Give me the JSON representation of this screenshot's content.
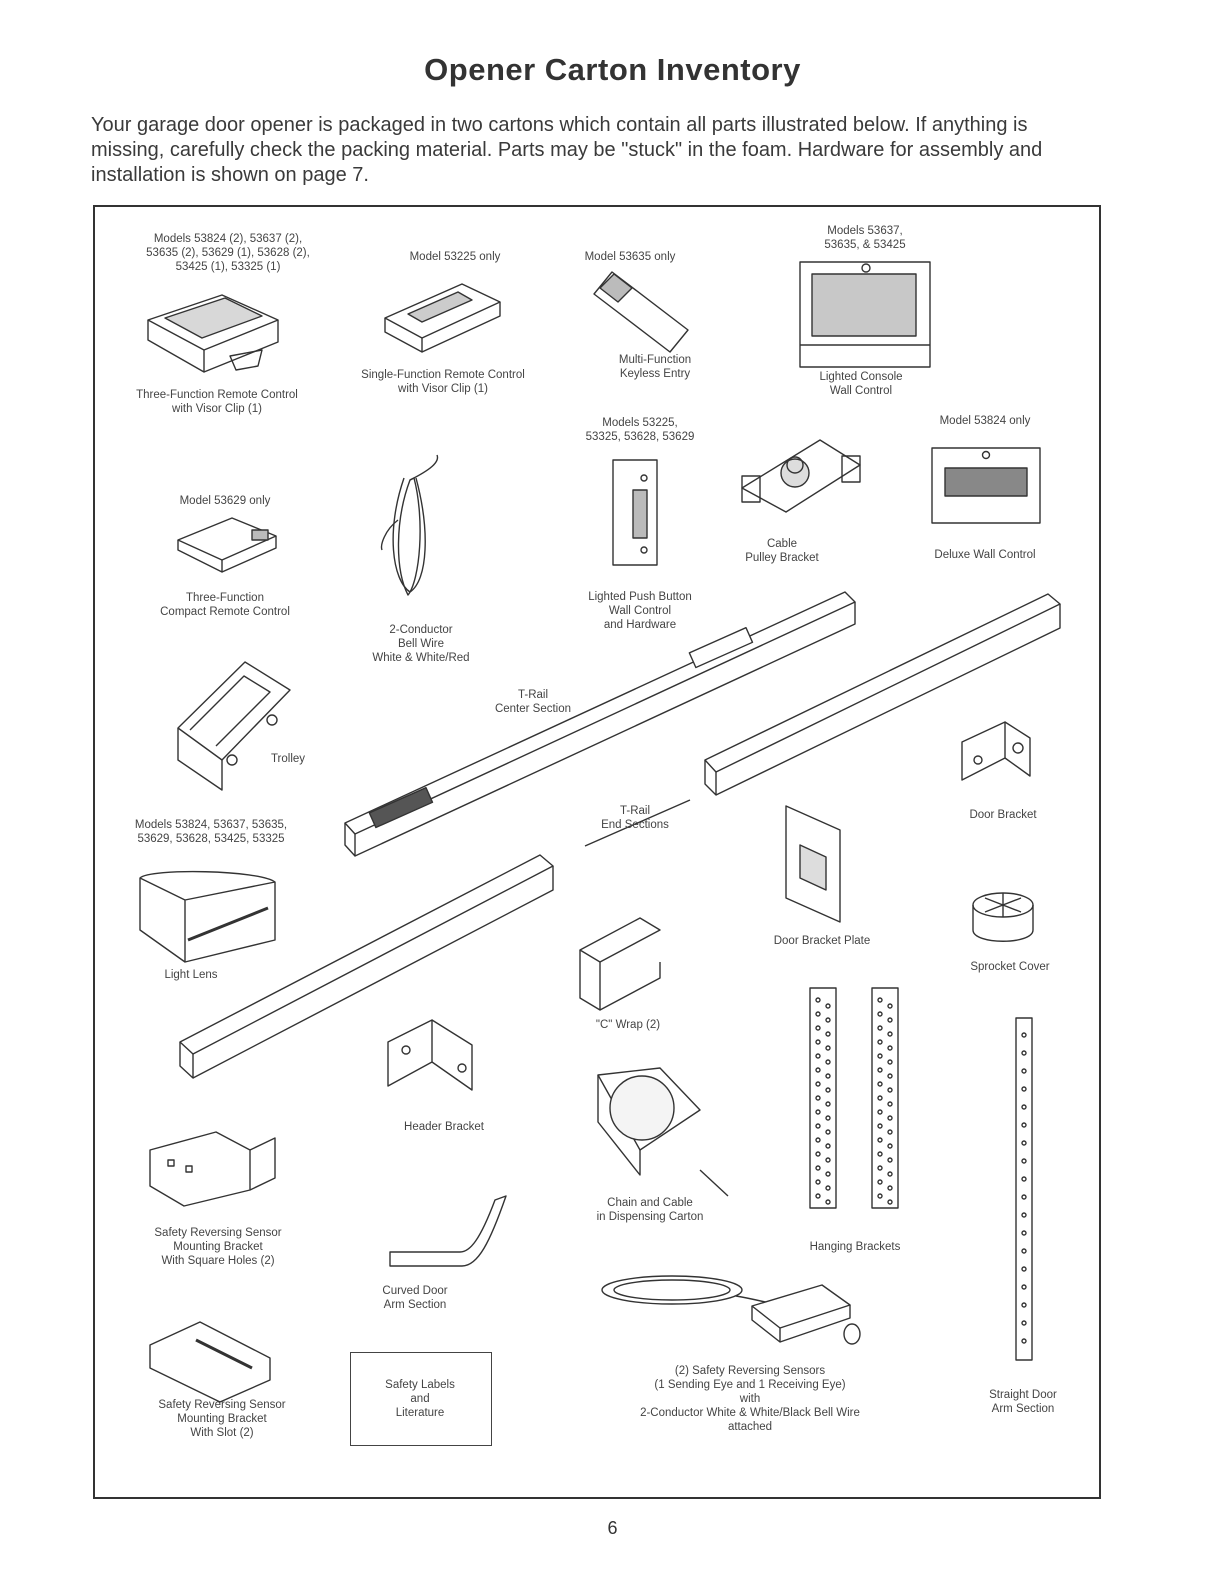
{
  "header": {
    "title": "Opener Carton Inventory",
    "intro": "Your garage door opener is packaged in two cartons which contain all parts illustrated below. If anything is missing, carefully check the packing material. Parts may be \"stuck\" in the foam. Hardware for assembly and installation is shown on page 7."
  },
  "parts": {
    "three_fn_remote": {
      "models": [
        "Models 53824 (2), 53637 (2),",
        "53635 (2), 53629 (1), 53628 (2),",
        "53425 (1), 53325 (1)"
      ],
      "name": [
        "Three-Function Remote Control",
        "with Visor Clip (1)"
      ]
    },
    "single_fn_remote": {
      "models": [
        "Model 53225 only"
      ],
      "name": [
        "Single-Function Remote Control",
        "with Visor Clip (1)"
      ]
    },
    "keyless_entry": {
      "models": [
        "Model 53635 only"
      ],
      "name": [
        "Multi-Function",
        "Keyless Entry"
      ]
    },
    "lighted_console": {
      "models": [
        "Models 53637,",
        "53635, & 53425"
      ],
      "name": [
        "Lighted Console",
        "Wall Control"
      ]
    },
    "deluxe_wall": {
      "models": [
        "Model 53824 only"
      ],
      "name": [
        "Deluxe Wall Control"
      ]
    },
    "compact_remote": {
      "models": [
        "Model 53629 only"
      ],
      "name": [
        "Three-Function",
        "Compact Remote Control"
      ]
    },
    "bell_wire": {
      "name": [
        "2-Conductor",
        "Bell Wire",
        "White & White/Red"
      ]
    },
    "push_button": {
      "models": [
        "Models 53225,",
        "53325, 53628, 53629"
      ],
      "name": [
        "Lighted Push Button",
        "Wall Control",
        "and Hardware"
      ]
    },
    "cable_pulley": {
      "name": [
        "Cable",
        "Pulley Bracket"
      ]
    },
    "t_rail_center": {
      "name": [
        "T-Rail",
        "Center Section"
      ]
    },
    "trolley": {
      "name": [
        "Trolley"
      ]
    },
    "door_bracket": {
      "name": [
        "Door Bracket"
      ]
    },
    "light_lens": {
      "models": [
        "Models 53824, 53637, 53635,",
        "53629, 53628, 53425, 53325"
      ],
      "name": [
        "Light Lens"
      ]
    },
    "t_rail_end": {
      "name": [
        "T-Rail",
        "End Sections"
      ]
    },
    "door_bracket_plate": {
      "name": [
        "Door Bracket Plate"
      ]
    },
    "sprocket_cover": {
      "name": [
        "Sprocket Cover"
      ]
    },
    "c_wrap": {
      "name": [
        "\"C\" Wrap (2)"
      ]
    },
    "header_bracket": {
      "name": [
        "Header Bracket"
      ]
    },
    "chain_cable": {
      "name": [
        "Chain and Cable",
        "in Dispensing Carton"
      ]
    },
    "hanging_brackets": {
      "name": [
        "Hanging Brackets"
      ]
    },
    "sensor_bracket_square": {
      "name": [
        "Safety Reversing Sensor",
        "Mounting Bracket",
        "With Square Holes (2)"
      ]
    },
    "curved_arm": {
      "name": [
        "Curved Door",
        "Arm Section"
      ]
    },
    "sensor_bracket_slot": {
      "name": [
        "Safety Reversing Sensor",
        "Mounting Bracket",
        "With Slot (2)"
      ]
    },
    "safety_labels": {
      "name": [
        "Safety Labels",
        "and",
        "Literature"
      ]
    },
    "sensors": {
      "name": [
        "(2) Safety Reversing Sensors",
        "(1 Sending Eye and 1 Receiving Eye)",
        "with",
        "2-Conductor White & White/Black Bell Wire",
        "attached"
      ]
    },
    "straight_arm": {
      "name": [
        "Straight Door",
        "Arm Section"
      ]
    }
  },
  "footer": {
    "page_number": "6"
  }
}
